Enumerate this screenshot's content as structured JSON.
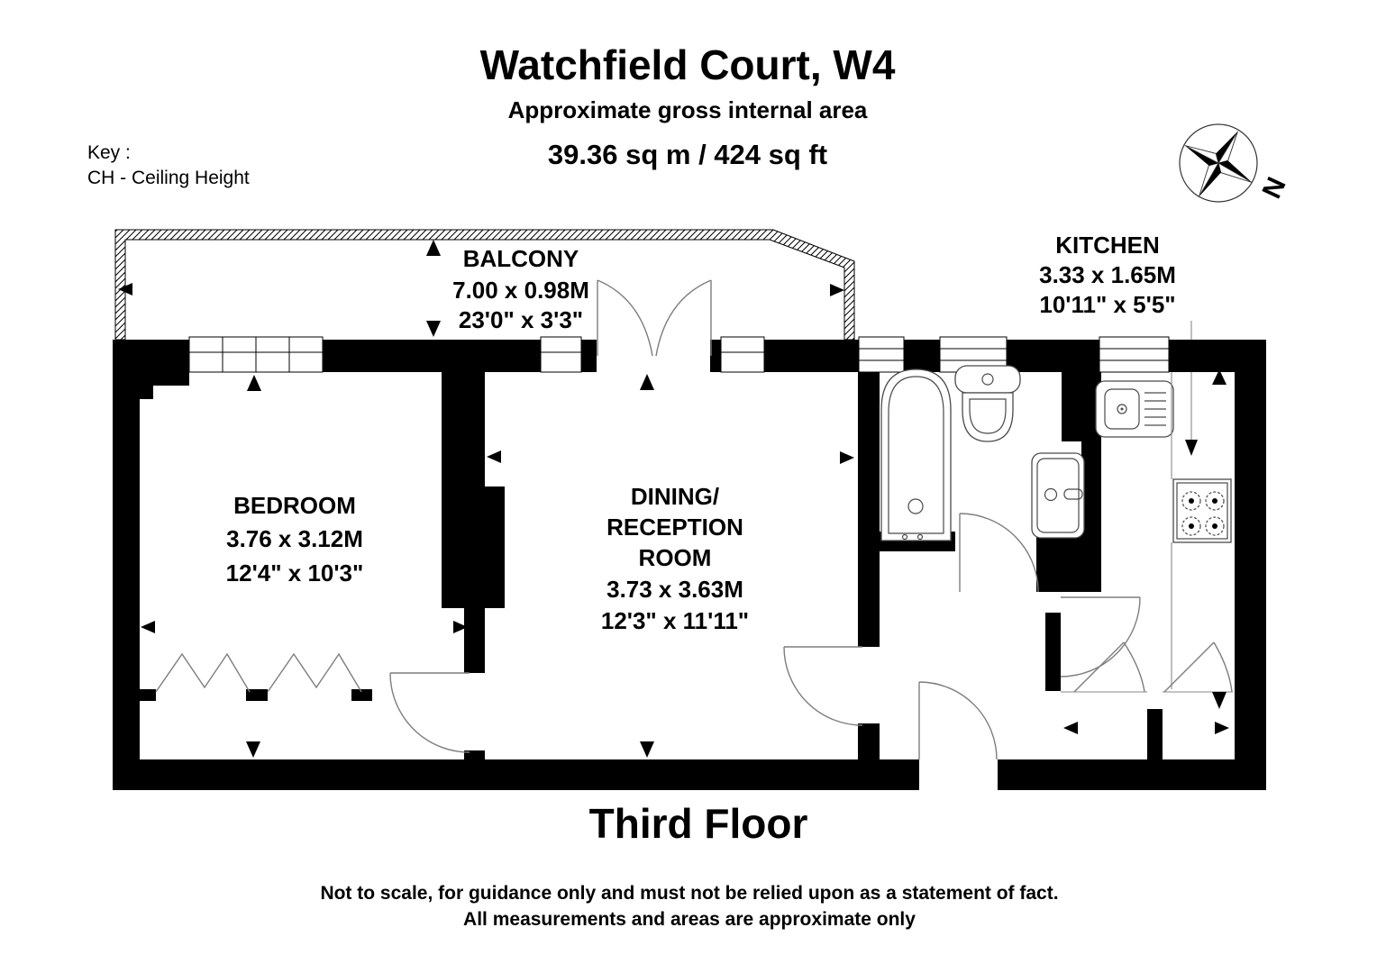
{
  "header": {
    "title": "Watchfield Court, W4",
    "subtitle": "Approximate gross internal area",
    "area": "39.36 sq m /  424 sq ft"
  },
  "key": {
    "label": "Key :",
    "ceiling_height": "CH - Ceiling Height"
  },
  "compass": {
    "north": "N"
  },
  "rooms": {
    "balcony": {
      "name": "BALCONY",
      "metric": "7.00 x 0.98M",
      "imperial": "23'0\" x 3'3\""
    },
    "kitchen": {
      "name": "KITCHEN",
      "metric": "3.33 x 1.65M",
      "imperial": "10'11\" x 5'5\""
    },
    "bedroom": {
      "name": "BEDROOM",
      "metric": "3.76 x 3.12M",
      "imperial": "12'4\" x 10'3\""
    },
    "dining_reception": {
      "name_line1": "DINING/",
      "name_line2": "RECEPTION",
      "name_line3": "ROOM",
      "metric": "3.73 x 3.63M",
      "imperial": "12'3\" x 11'11\""
    }
  },
  "floor": {
    "label": "Third Floor"
  },
  "footer": {
    "line1": "Not to scale, for guidance only and must not be relied upon as a statement of fact.",
    "line2": "All measurements and areas are approximate only"
  },
  "colors": {
    "wall": "#000000",
    "door_line": "#7d7d7d",
    "background": "#ffffff"
  }
}
